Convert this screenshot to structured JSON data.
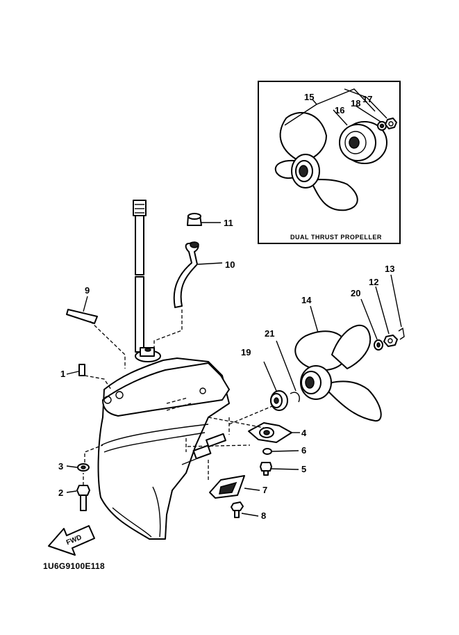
{
  "inset": {
    "caption": "DUAL THRUST PROPELLER"
  },
  "callouts": {
    "c1": "1",
    "c2": "2",
    "c3": "3",
    "c4": "4",
    "c5": "5",
    "c6": "6",
    "c7": "7",
    "c8": "8",
    "c9": "9",
    "c10": "10",
    "c11": "11",
    "c12": "12",
    "c13": "13",
    "c14": "14",
    "c15": "15",
    "c16": "16",
    "c17": "17",
    "c18": "18",
    "c19": "19",
    "c20": "20",
    "c21": "21"
  },
  "fwd_label": "FWD",
  "diagram_code": "1U6G9100E118"
}
